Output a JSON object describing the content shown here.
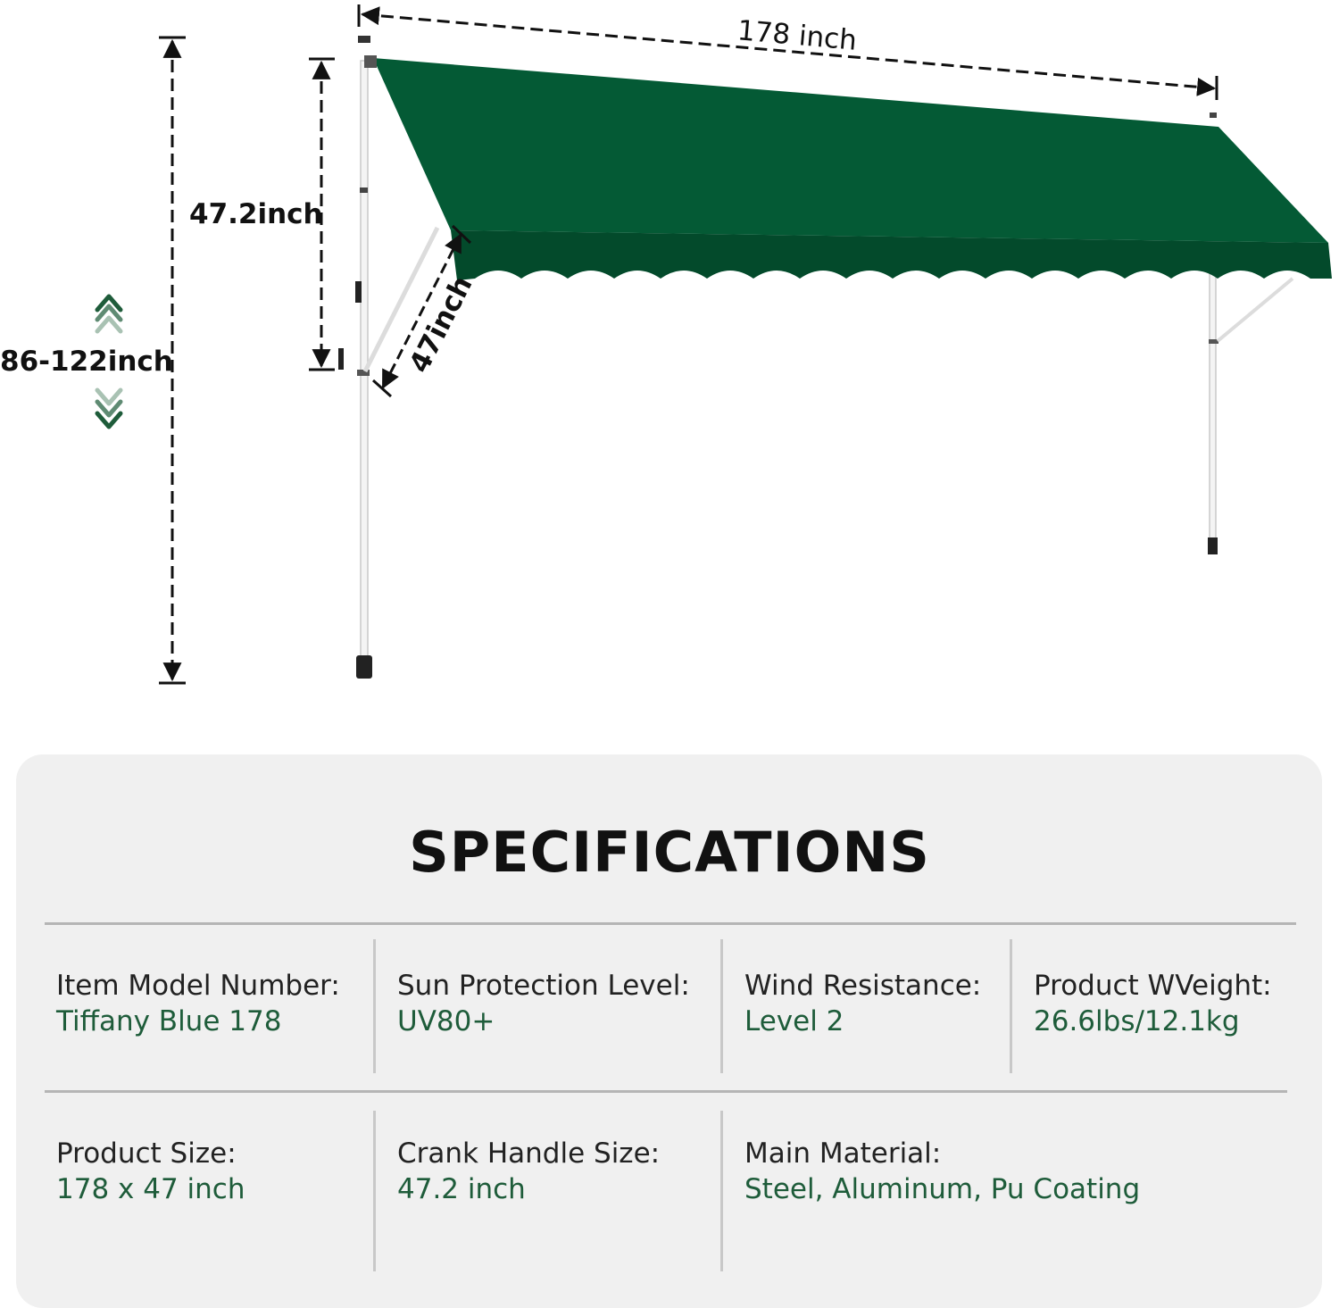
{
  "colors": {
    "canopy": "#045a35",
    "canopy_dark": "#034a2b",
    "value_text": "#1e5c3a",
    "panel": "#f0f0f0"
  },
  "dimensions": {
    "width": "178 inch",
    "crank_height": "47.2inch",
    "depth": "47inch",
    "height_range": "86-122inch"
  },
  "icons": {
    "up": "double-chevron-up-icon",
    "down": "double-chevron-down-icon"
  },
  "specs": {
    "title": "SPECIFICATIONS",
    "rows": [
      [
        {
          "label": "Item Model Number:",
          "value": "Tiffany Blue 178"
        },
        {
          "label": "Sun Protection Level:",
          "value": "UV80+"
        },
        {
          "label": "Wind Resistance:",
          "value": "Level 2"
        },
        {
          "label": "Product WVeight:",
          "value": "26.6lbs/12.1kg"
        }
      ],
      [
        {
          "label": "Product Size:",
          "value": "178 x 47 inch"
        },
        {
          "label": "Crank Handle Size:",
          "value": "47.2 inch"
        },
        {
          "label": "Main Material:",
          "value": "Steel, Aluminum, Pu Coating"
        }
      ]
    ]
  }
}
